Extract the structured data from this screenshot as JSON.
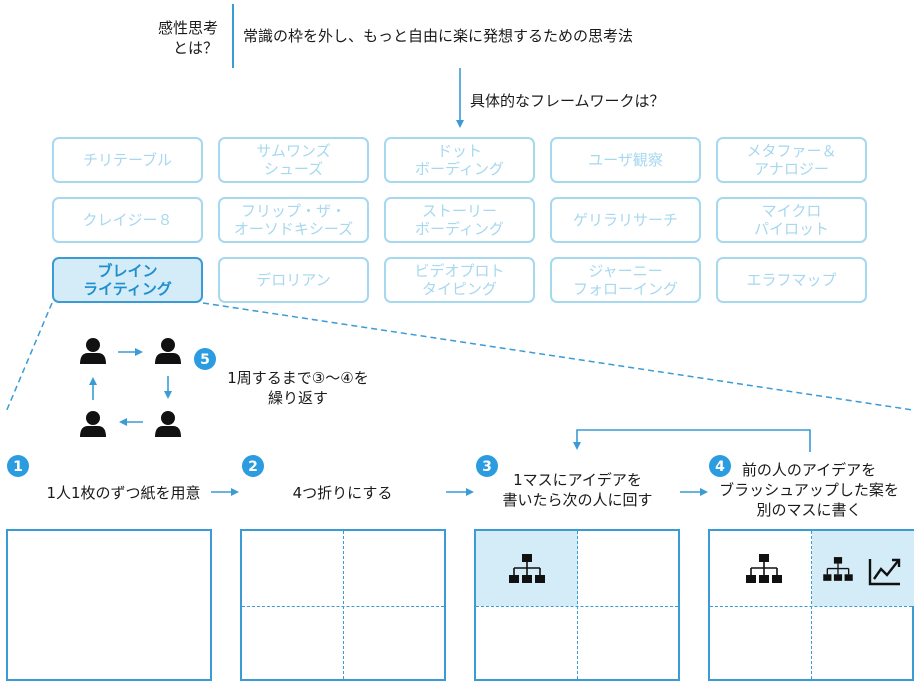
{
  "definition": {
    "term": "感性思考\nとは？",
    "text": "常識の枠を外し、もっと自由に楽に発想するための思考法"
  },
  "question": "具体的なフレームワークは？",
  "frameworks": [
    "チリテーブル",
    "サムワンズ\nシューズ",
    "ドット\nボーディング",
    "ユーザ観察",
    "メタファー＆\nアナロジー",
    "クレイジー８",
    "フリップ・ザ・\nオーソドキシーズ",
    "ストーリー\nボーディング",
    "ゲリラリサーチ",
    "マイクロ\nパイロット",
    "ブレイン\nライティング",
    "デロリアン",
    "ビデオプロト\nタイピング",
    "ジャーニー\nフォローイング",
    "エラフマップ"
  ],
  "active_framework": "ブレイン\nライティング",
  "step5": {
    "number": "5",
    "text": "1周するまで③～④を\n繰り返す"
  },
  "steps": [
    {
      "number": "1",
      "text": "1人1枚のずつ紙を用意"
    },
    {
      "number": "2",
      "text": "4つ折りにする"
    },
    {
      "number": "3",
      "text": "1マスにアイデアを\n書いたら次の人に回す"
    },
    {
      "number": "4",
      "text": "前の人のアイデアを\nブラッシュアップした案を\n別のマスに書く"
    }
  ],
  "icons": {
    "person": "person-icon",
    "idea": "org-chart-icon",
    "growth": "line-chart-icon"
  },
  "colors": {
    "accent": "#3a9bd5",
    "light_border": "#a6d8ef",
    "highlight_fill": "#d4ecf8",
    "text": "#1a1a1a"
  }
}
